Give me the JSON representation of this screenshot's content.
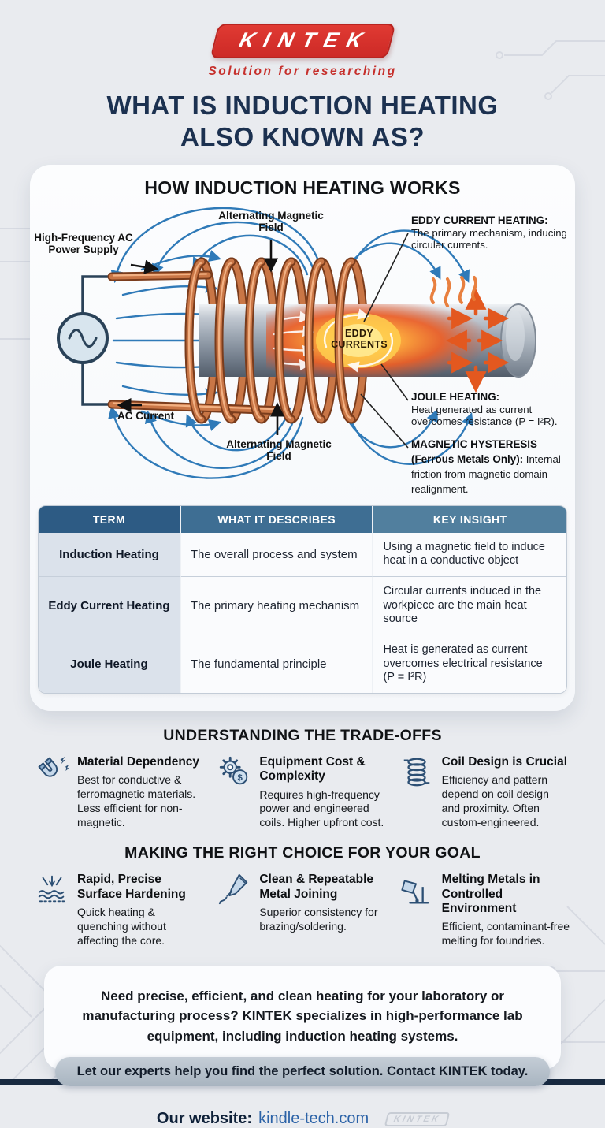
{
  "header": {
    "logo_text": "KINTEK",
    "tagline": "Solution for researching",
    "title_line1": "WHAT IS INDUCTION HEATING",
    "title_line2": "ALSO KNOWN AS?"
  },
  "diagram": {
    "heading": "HOW INDUCTION HEATING WORKS",
    "labels": {
      "power_supply": "High-Frequency AC Power Supply",
      "magnetic_field_top": "Alternating Magnetic Field",
      "magnetic_field_bottom": "Alternating Magnetic Field",
      "ac_current": "AC Current",
      "eddy_currents": "EDDY CURRENTS"
    },
    "callouts": {
      "eddy_title": "EDDY CURRENT HEATING:",
      "eddy_body": "The primary mechanism, inducing circular currents.",
      "joule_title": "JOULE HEATING:",
      "joule_body": "Heat generated as current overcomes resistance (P = I²R).",
      "hysteresis_title": "MAGNETIC HYSTERESIS (Ferrous Metals Only):",
      "hysteresis_body": " Internal friction from magnetic domain realignment."
    }
  },
  "table": {
    "headers": [
      "TERM",
      "WHAT IT DESCRIBES",
      "KEY INSIGHT"
    ],
    "rows": [
      {
        "term": "Induction Heating",
        "describes": "The overall process and system",
        "insight": "Using a magnetic field to induce heat in a conductive object"
      },
      {
        "term": "Eddy Current Heating",
        "describes": "The primary heating mechanism",
        "insight": "Circular currents induced in the workpiece are the main heat source"
      },
      {
        "term": "Joule Heating",
        "describes": "The fundamental principle",
        "insight": "Heat is generated as current overcomes electrical resistance (P = I²R)"
      }
    ]
  },
  "tradeoffs": {
    "heading": "UNDERSTANDING THE TRADE-OFFS",
    "items": [
      {
        "icon": "magnet-icon",
        "title": "Material Dependency",
        "body": "Best for conductive & ferromagnetic materials. Less efficient for non-magnetic."
      },
      {
        "icon": "gear-dollar-icon",
        "title": "Equipment Cost & Complexity",
        "body": "Requires high-frequency power and engineered coils. Higher upfront cost."
      },
      {
        "icon": "coil-icon",
        "title": "Coil Design is Crucial",
        "body": "Efficiency and pattern depend on coil design and proximity. Often custom-engineered."
      }
    ]
  },
  "choices": {
    "heading": "MAKING THE RIGHT CHOICE FOR YOUR GOAL",
    "items": [
      {
        "icon": "surface-hardening-icon",
        "title": "Rapid, Precise Surface Hardening",
        "body": "Quick heating & quenching without affecting the core."
      },
      {
        "icon": "soldering-icon",
        "title": "Clean & Repeatable Metal Joining",
        "body": "Superior consistency for brazing/soldering."
      },
      {
        "icon": "melting-icon",
        "title": "Melting Metals in Controlled Environment",
        "body": "Efficient, contaminant-free melting for foundries."
      }
    ]
  },
  "cta": {
    "body": "Need precise, efficient, and clean heating for your laboratory or manufacturing process? KINTEK specializes in high-performance lab equipment, including induction heating systems.",
    "pill": "Let our experts help you find the perfect solution. Contact KINTEK today."
  },
  "footer": {
    "website_label": "Our website:",
    "website_url": "kindle-tech.com",
    "stamp": "KINTEK"
  },
  "icons": {
    "dollar_glyph": "$"
  },
  "colors": {
    "brand_red": "#d6312e",
    "title_navy": "#1c3150",
    "table_header_dark": "#2d5b84",
    "table_header_light": "#517f9e",
    "field_line_blue": "#2f7ab8",
    "copper": "#c97646",
    "glow_orange": "#f26a24",
    "link_blue": "#2b62a7",
    "pill_gray": "#aeb9c4"
  }
}
